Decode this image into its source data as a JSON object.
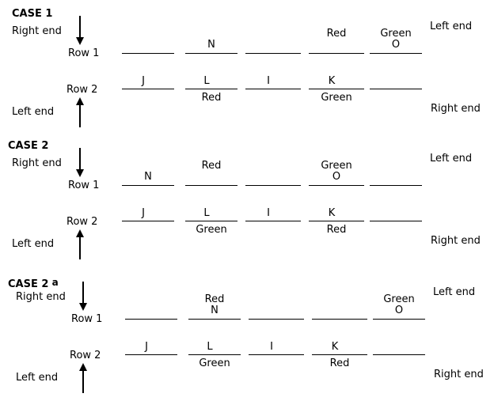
{
  "cases": [
    {
      "title": "CASE 1",
      "title_suffix": "",
      "top_left": "Right end",
      "top_right": "Left end",
      "bottom_left": "Left end",
      "bottom_right": "Right end",
      "row1_label": "Row 1",
      "row2_label": "Row 2",
      "row1": [
        {
          "name": "",
          "color": ""
        },
        {
          "name": "N",
          "color": ""
        },
        {
          "name": "",
          "color": ""
        },
        {
          "name": "",
          "color": "Red"
        },
        {
          "name": "O",
          "color": "Green"
        }
      ],
      "row2": [
        {
          "name": "J",
          "color": ""
        },
        {
          "name": "L",
          "color": "Red"
        },
        {
          "name": "I",
          "color": ""
        },
        {
          "name": "K",
          "color": "Green"
        },
        {
          "name": "",
          "color": ""
        }
      ]
    },
    {
      "title": "CASE 2",
      "title_suffix": "",
      "top_left": "Right end",
      "top_right": "Left end",
      "bottom_left": "Left end",
      "bottom_right": "Right end",
      "row1_label": "Row 1",
      "row2_label": "Row 2",
      "row1": [
        {
          "name": "N",
          "color": ""
        },
        {
          "name": "",
          "color": "Red"
        },
        {
          "name": "",
          "color": ""
        },
        {
          "name": "O",
          "color": "Green"
        },
        {
          "name": "",
          "color": ""
        }
      ],
      "row2": [
        {
          "name": "J",
          "color": ""
        },
        {
          "name": "L",
          "color": "Green"
        },
        {
          "name": "I",
          "color": ""
        },
        {
          "name": "K",
          "color": "Red"
        },
        {
          "name": "",
          "color": ""
        }
      ]
    },
    {
      "title": "CASE 2",
      "title_suffix": "a",
      "top_left": "Right end",
      "top_right": "Left end",
      "bottom_left": "Left end",
      "bottom_right": "Right end",
      "row1_label": "Row 1",
      "row2_label": "Row 2",
      "row1": [
        {
          "name": "",
          "color": ""
        },
        {
          "name": "N",
          "color": "Red"
        },
        {
          "name": "",
          "color": ""
        },
        {
          "name": "",
          "color": ""
        },
        {
          "name": "O",
          "color": "Green"
        }
      ],
      "row2": [
        {
          "name": "J",
          "color": ""
        },
        {
          "name": "L",
          "color": "Green"
        },
        {
          "name": "I",
          "color": ""
        },
        {
          "name": "K",
          "color": "Red"
        },
        {
          "name": "",
          "color": ""
        }
      ]
    }
  ]
}
